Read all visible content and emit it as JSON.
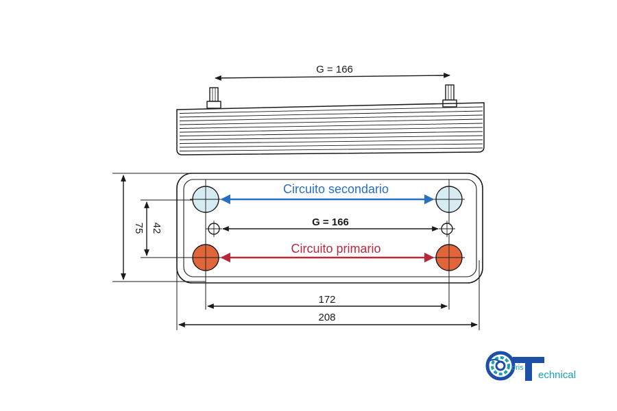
{
  "diagram": {
    "side_view": {
      "g_label": "G = 166"
    },
    "front_view": {
      "secondary_label": "Circuito secondario",
      "primary_label": "Circuito primario",
      "g_label": "G = 166",
      "height_outer": "75",
      "height_ports": "42",
      "width_ports": "172",
      "width_total": "208"
    },
    "colors": {
      "secondary_port": "#d6ecf2",
      "primary_port": "#e0663a",
      "secondary_arrow": "#2a6fc0",
      "primary_arrow": "#b8283a",
      "line": "#1a1a1a"
    }
  },
  "logo": {
    "part1": "oris",
    "part2": "T",
    "part3": "echnical",
    "colors": {
      "blue": "#1d4fa8",
      "teal": "#1aa0b5"
    }
  }
}
